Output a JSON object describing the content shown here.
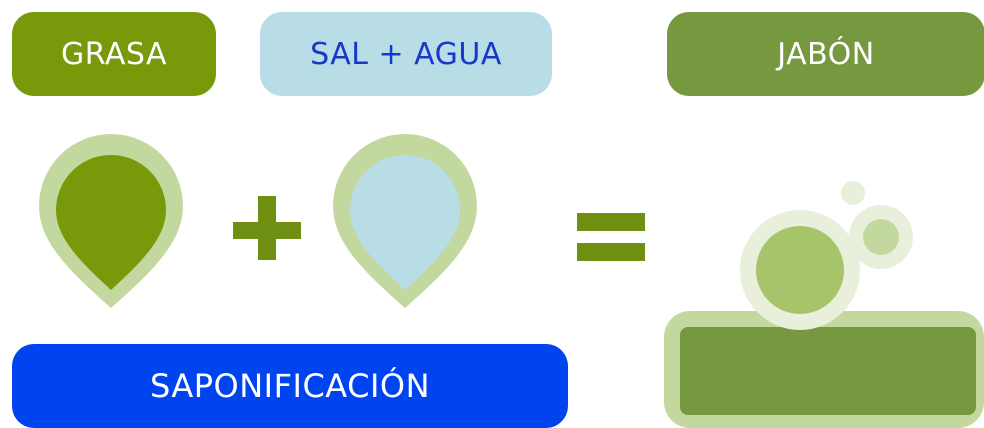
{
  "labels": {
    "grasa": "GRASA",
    "sal_agua": "SAL + AGUA",
    "jabon": "JABÓN",
    "saponificacion": "SAPONIFICACIÓN"
  },
  "colors": {
    "dark_olive": "#789a0a",
    "light_blue": "#b8dde6",
    "pale_green": "#c3d89e",
    "soap_green": "#76983e",
    "bubble_green": "#a8c46a",
    "bubble_pale": "#e8f0dc",
    "bright_blue": "#0044f0",
    "blue_text": "#1838c8"
  },
  "icons": [
    "fat-drop-icon",
    "plus-icon",
    "water-drop-icon",
    "equals-icon",
    "soap-bar-icon"
  ]
}
